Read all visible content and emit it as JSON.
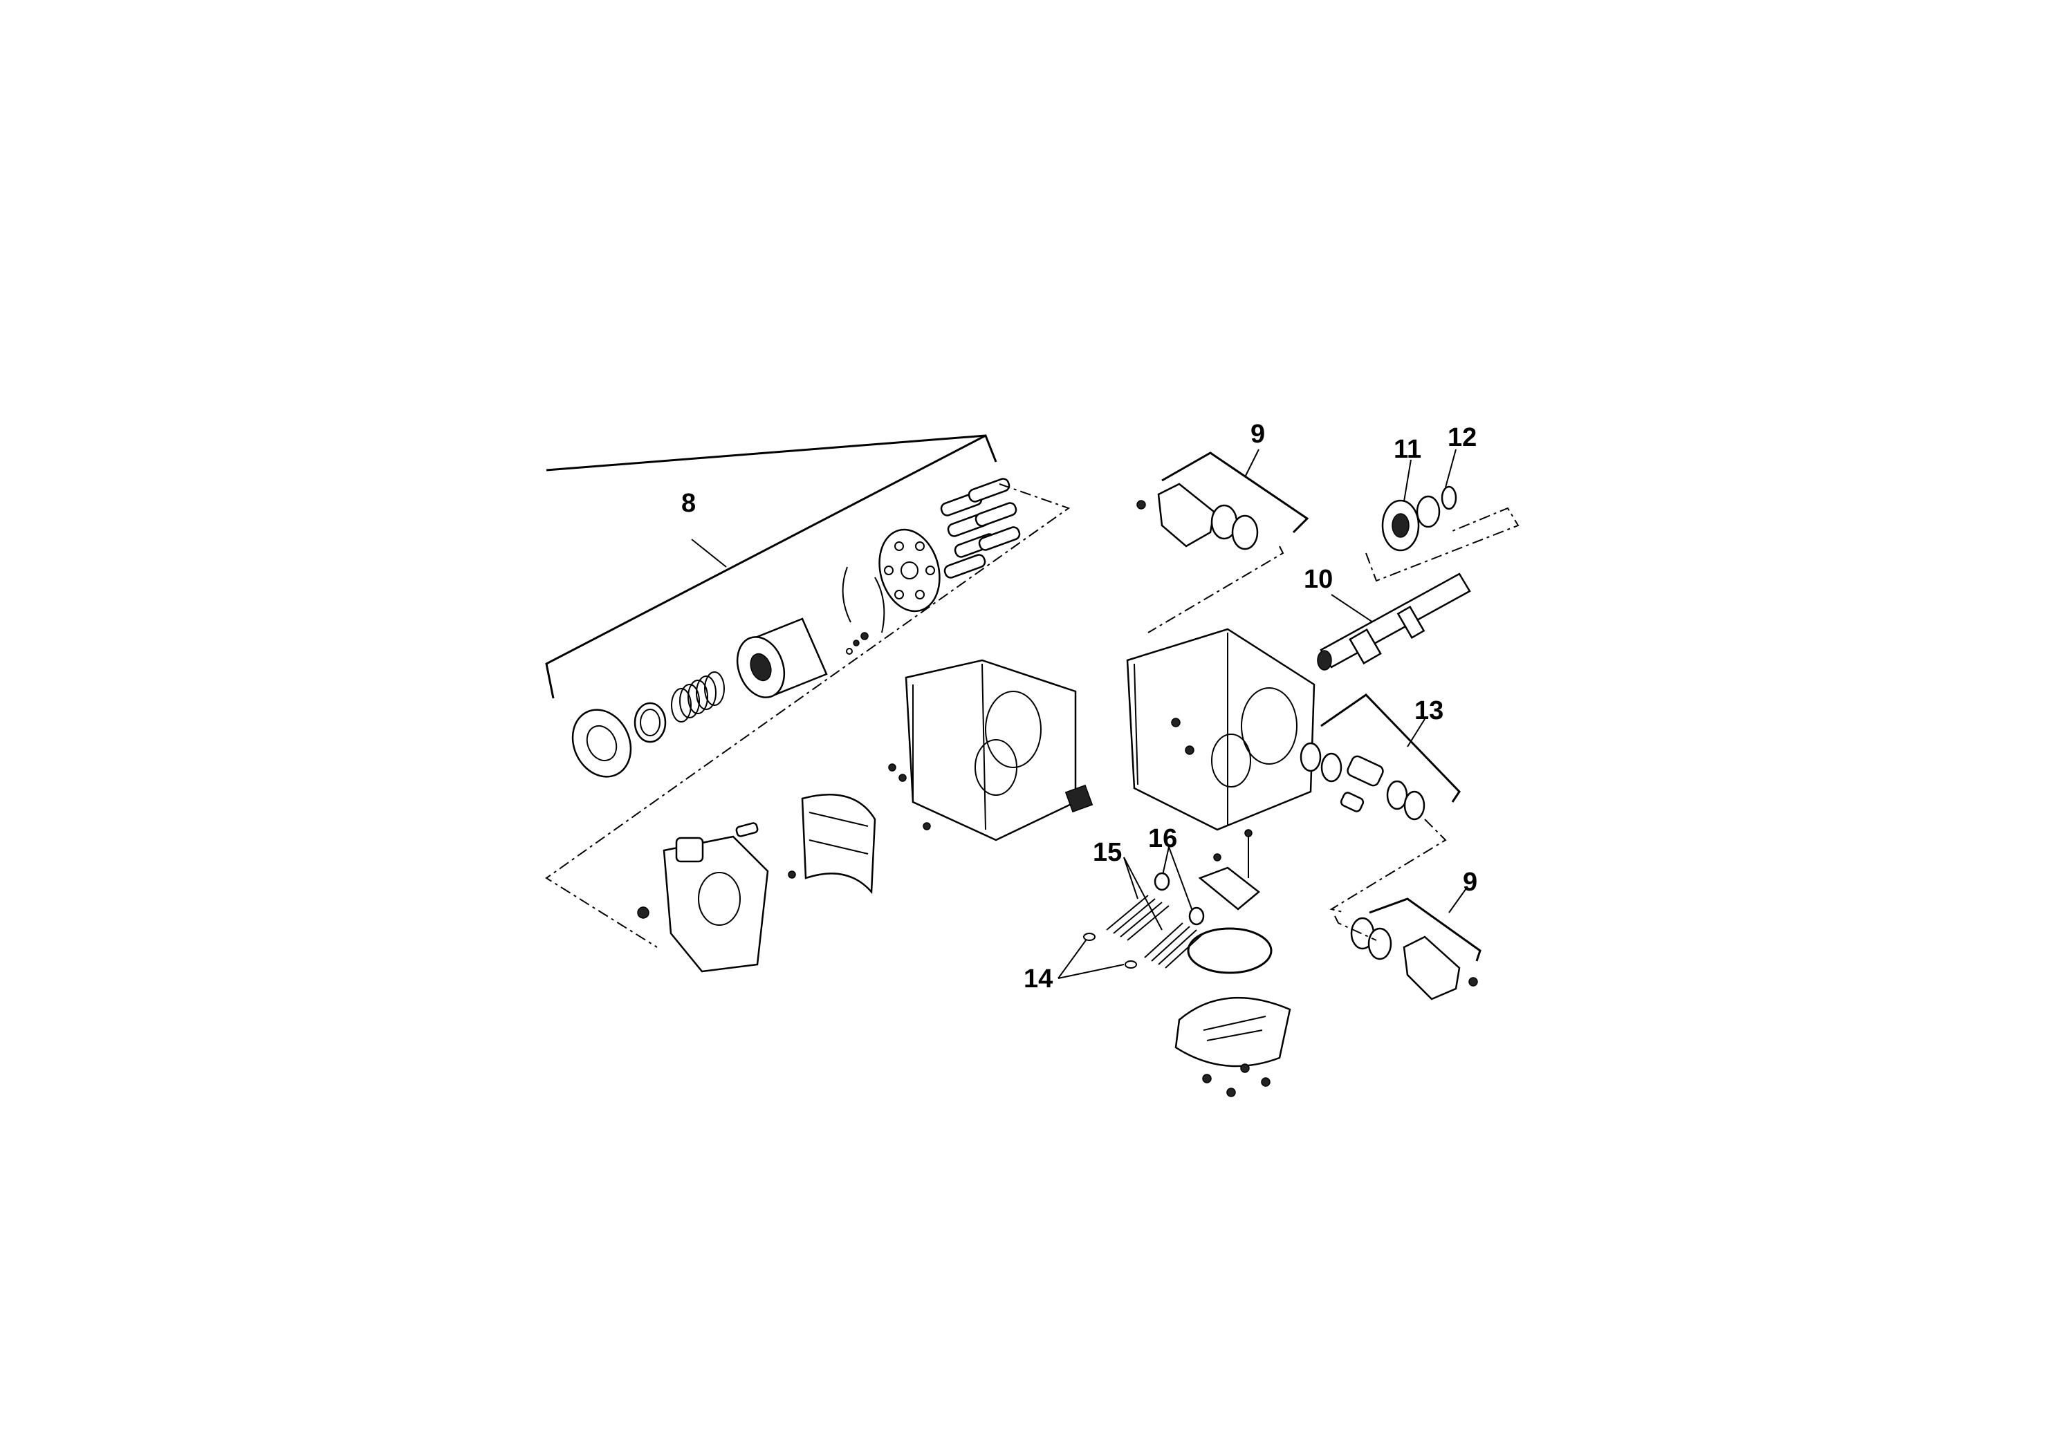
{
  "diagram": {
    "callouts": [
      {
        "id": "c8",
        "label": "8"
      },
      {
        "id": "c9a",
        "label": "9"
      },
      {
        "id": "c11",
        "label": "11"
      },
      {
        "id": "c12",
        "label": "12"
      },
      {
        "id": "c10",
        "label": "10"
      },
      {
        "id": "c13",
        "label": "13"
      },
      {
        "id": "c16",
        "label": "16"
      },
      {
        "id": "c15",
        "label": "15"
      },
      {
        "id": "c9b",
        "label": "9"
      },
      {
        "id": "c14",
        "label": "14"
      }
    ]
  }
}
